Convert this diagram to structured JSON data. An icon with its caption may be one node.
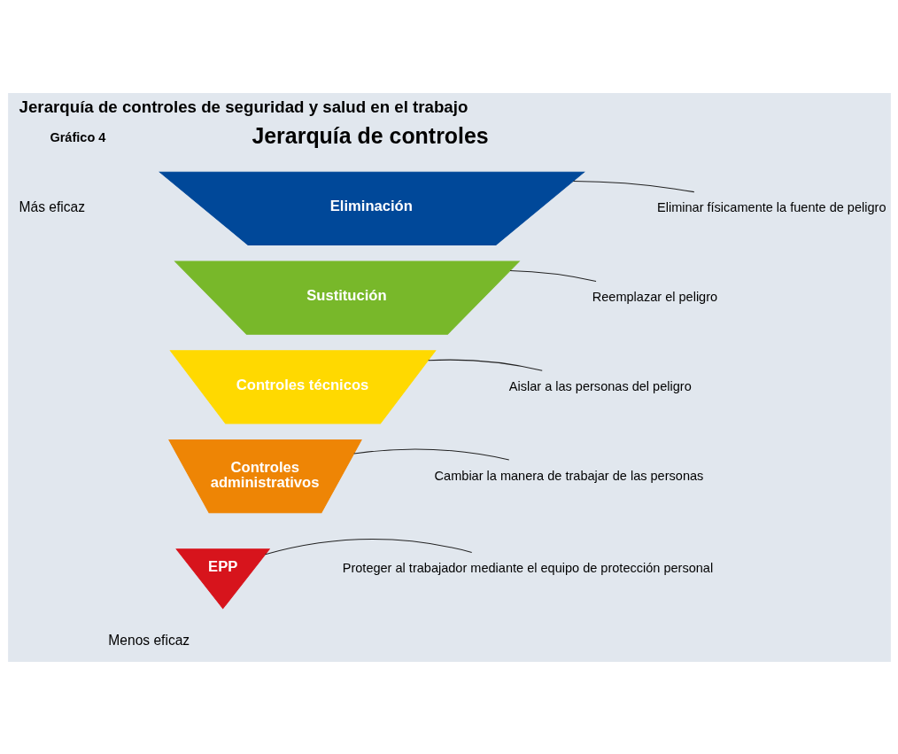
{
  "diagram": {
    "title": "Jerarquía de controles de seguridad y salud en el trabajo",
    "nodes": [
      {
        "text": [
          "Eliminación"
        ]
      },
      {
        "text": [
          "Eliminar físicamente la fuente de peligro"
        ]
      },
      {
        "text": [
          "Sustitución"
        ]
      },
      {
        "text": [
          "Reemplazar el peligro"
        ]
      },
      {
        "text": [
          "Controles técnicos"
        ]
      },
      {
        "text": [
          "Aislar a las personas del peligro"
        ]
      },
      {
        "text": [
          "Controles administrativos"
        ]
      },
      {
        "text": [
          "Cambiar la manera de trabajar de las personas"
        ]
      },
      {
        "text": [
          "EPP"
        ]
      },
      {
        "text": [
          "Proteger al trabajador mediante el equipo de protección personal"
        ]
      }
    ],
    "edges": [
      {
        "from": 1,
        "to": 0,
        "arrow": "none"
      },
      {
        "from": 3,
        "to": 2,
        "arrow": "none"
      },
      {
        "from": 5,
        "to": 4,
        "arrow": "none"
      },
      {
        "from": 7,
        "to": 6,
        "arrow": "none"
      },
      {
        "from": 9,
        "to": 8,
        "arrow": "none"
      }
    ],
    "labels": [
      "Gráfico 4",
      "Jerarquía de controles",
      "Más eficaz",
      "Menos eficaz"
    ]
  }
}
